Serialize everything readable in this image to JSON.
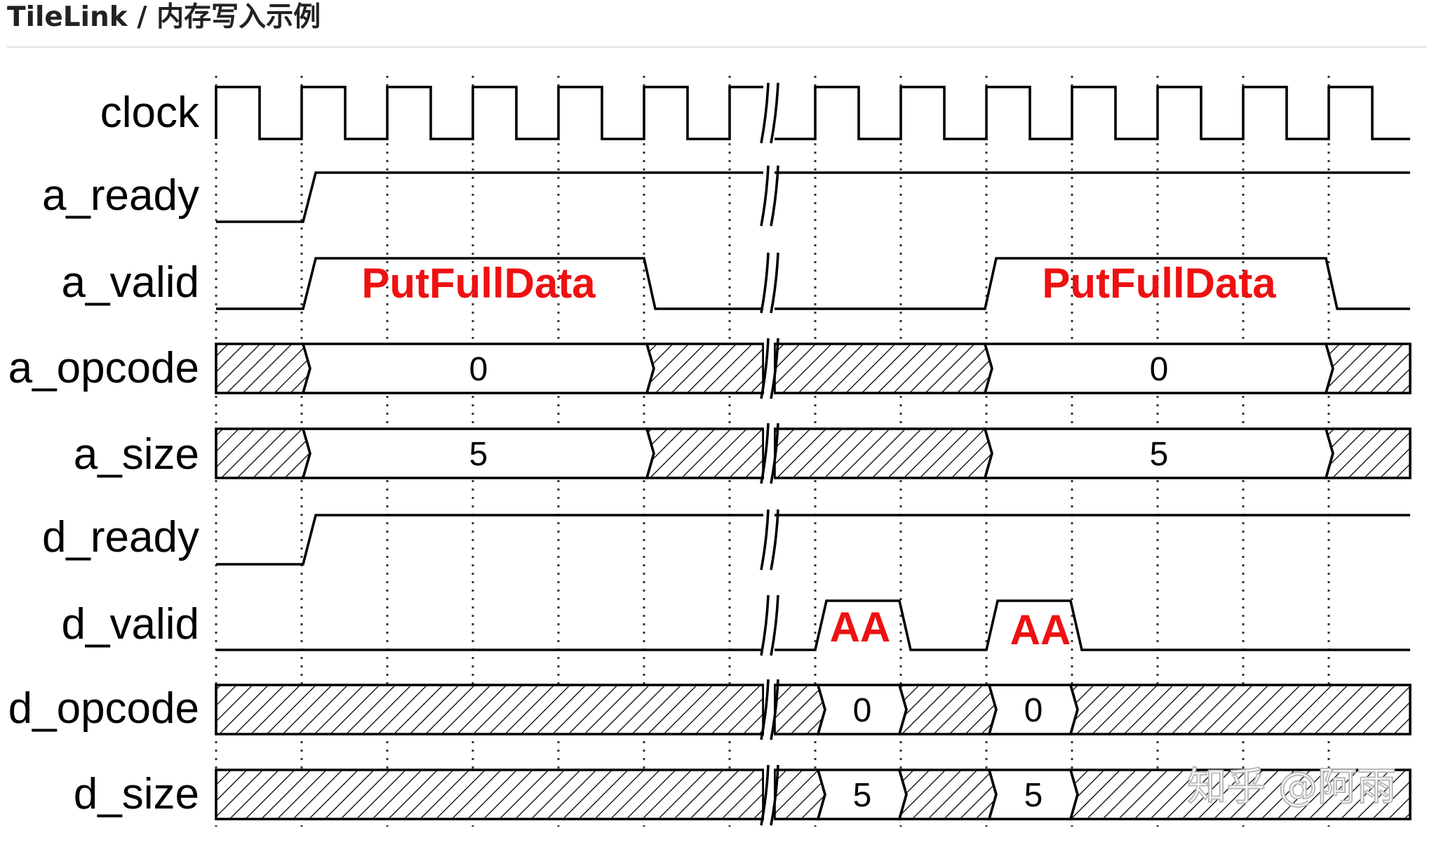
{
  "header": {
    "title": "TileLink / 内存写入示例"
  },
  "signals": [
    {
      "id": "clock",
      "label": "clock"
    },
    {
      "id": "a_ready",
      "label": "a_ready"
    },
    {
      "id": "a_valid",
      "label": "a_valid"
    },
    {
      "id": "a_opcode",
      "label": "a_opcode"
    },
    {
      "id": "a_size",
      "label": "a_size"
    },
    {
      "id": "d_ready",
      "label": "d_ready"
    },
    {
      "id": "d_valid",
      "label": "d_valid"
    },
    {
      "id": "d_opcode",
      "label": "d_opcode"
    },
    {
      "id": "d_size",
      "label": "d_size"
    }
  ],
  "bus_values": {
    "a_opcode": [
      "0",
      "0"
    ],
    "a_size": [
      "5",
      "5"
    ],
    "d_opcode": [
      "0",
      "0"
    ],
    "d_size": [
      "5",
      "5"
    ]
  },
  "annotations": {
    "a_valid": [
      "PutFullData",
      "PutFullData"
    ],
    "d_valid": [
      "AA",
      "AA"
    ]
  },
  "watermark": "知乎 @阿雨",
  "colors": {
    "annotation": "#ee1111",
    "title": "#222222",
    "rule": "#e2e2e2"
  }
}
